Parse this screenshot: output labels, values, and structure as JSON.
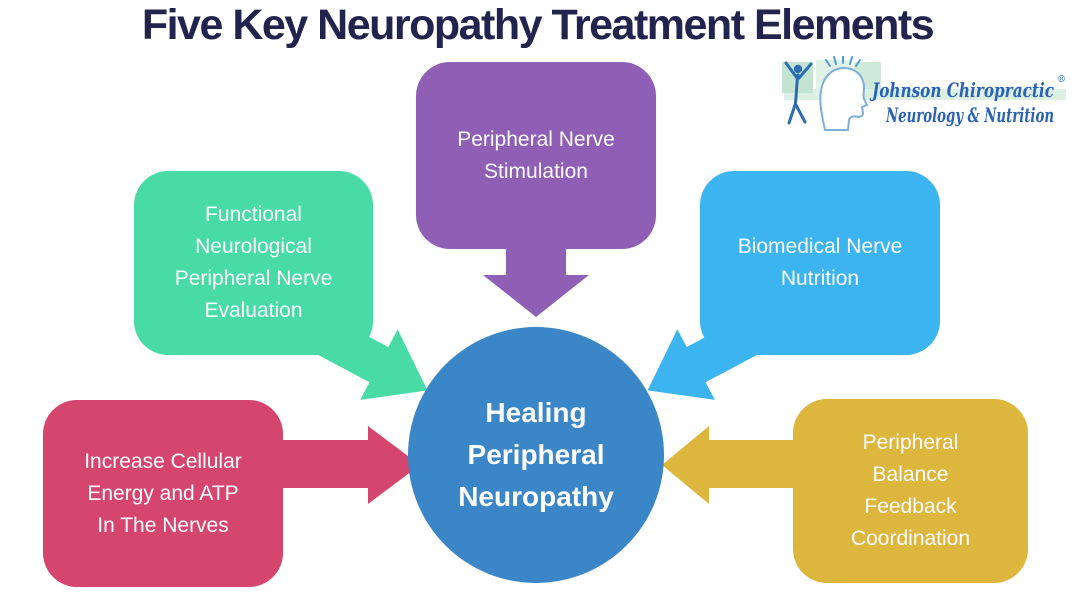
{
  "title": "Five Key Neuropathy Treatment Elements",
  "title_color": "#22244e",
  "background_color": "#ffffff",
  "logo": {
    "name": "Johnson Chiropractic",
    "registered_mark": "®",
    "tagline": "Neurology & Nutrition",
    "text_color": "#2a63b5",
    "accent_green": "#cdeadb"
  },
  "center": {
    "label": "Healing Peripheral Neuropathy",
    "lines": [
      "Healing",
      "Peripheral",
      "Neuropathy"
    ],
    "color": "#3a86c6"
  },
  "elements": [
    {
      "label": "Peripheral Nerve Stimulation",
      "lines": [
        "Peripheral Nerve",
        "Stimulation"
      ],
      "color": "#8e5fb5",
      "position": "top-center",
      "arrow": "down"
    },
    {
      "label": "Functional Neurological Peripheral Nerve Evaluation",
      "lines": [
        "Functional",
        "Neurological",
        "Peripheral Nerve",
        "Evaluation"
      ],
      "color": "#49dba6",
      "position": "upper-left",
      "arrow": "diagonal-down-right"
    },
    {
      "label": "Biomedical Nerve Nutrition",
      "lines": [
        "Biomedical Nerve",
        "Nutrition"
      ],
      "color": "#3cb4ef",
      "position": "upper-right",
      "arrow": "diagonal-down-left"
    },
    {
      "label": "Increase Cellular Energy and ATP In The Nerves",
      "lines": [
        "Increase Cellular",
        "Energy and ATP",
        "In The Nerves"
      ],
      "color": "#d5466f",
      "position": "lower-left",
      "arrow": "right"
    },
    {
      "label": "Peripheral Balance Feedback Coordination",
      "lines": [
        "Peripheral",
        "Balance",
        "Feedback",
        "Coordination"
      ],
      "color": "#dcb63d",
      "position": "lower-right",
      "arrow": "left"
    }
  ]
}
